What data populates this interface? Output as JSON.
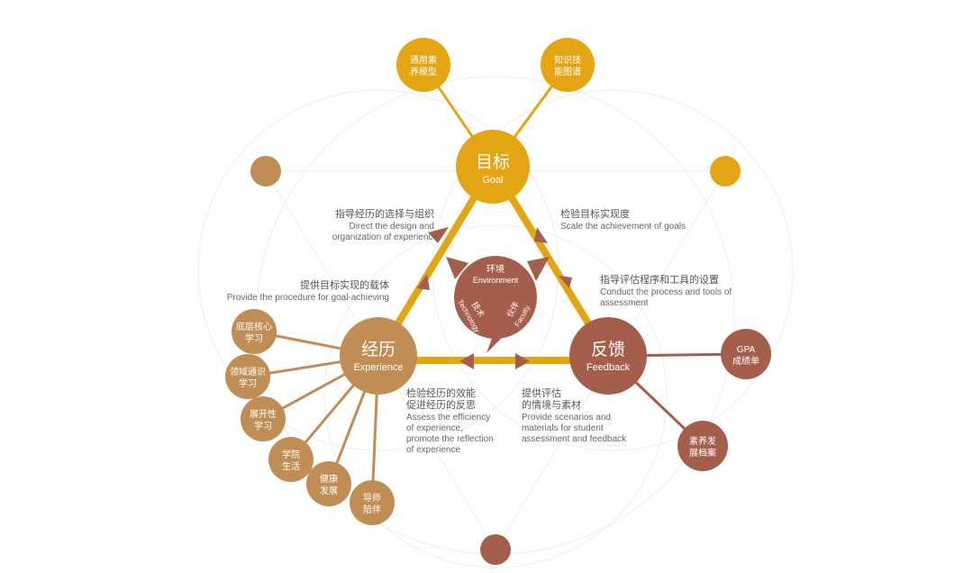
{
  "colors": {
    "goal": "#E4A514",
    "experience": "#C08E55",
    "feedback": "#A55E4C",
    "line": "#E4A514",
    "arrow": "#A55E4C"
  },
  "goal": {
    "zh": "目标",
    "en": "Goal",
    "children": [
      [
        "通用素",
        "养模型"
      ],
      [
        "知识技",
        "能图谱"
      ]
    ]
  },
  "experience": {
    "zh": "经历",
    "en": "Experience",
    "children": [
      [
        "底层核心",
        "学习"
      ],
      [
        "领域通识",
        "学习"
      ],
      [
        "展开性",
        "学习"
      ],
      [
        "学院",
        "生活"
      ],
      [
        "健康",
        "发展"
      ],
      [
        "导师",
        "陪伴"
      ]
    ]
  },
  "feedback": {
    "zh": "反馈",
    "en": "Feedback",
    "children": [
      [
        "GPA",
        "成绩单"
      ],
      [
        "素养发",
        "展档案"
      ]
    ]
  },
  "center": {
    "env_zh": "环境",
    "env_en": "Environment",
    "tech_zh": "技术",
    "tech_en": "Technology",
    "fac_zh": "伙伴",
    "fac_en": "Faculty"
  },
  "captions": {
    "goal_to_exp": {
      "zh": "指导经历的选择与组织",
      "en": [
        "Direct the design and",
        "organization of experience"
      ]
    },
    "exp_to_goal": {
      "zh": "提供目标实现的载体",
      "en": [
        "Provide the procedure for goal-achieving"
      ]
    },
    "goal_to_fb": {
      "zh": "检验目标实现度",
      "en": [
        "Scale the achievement of goals"
      ]
    },
    "fb_to_goal": {
      "zh": "指导评估程序和工具的设置",
      "en": [
        "Conduct the process and tools of",
        "assessment"
      ]
    },
    "fb_to_exp": {
      "zh": [
        "检验经历的效能",
        "促进经历的反思"
      ],
      "en": [
        "Assess the efficiency",
        "of experience,",
        "promote the reflection",
        "of experience"
      ]
    },
    "exp_to_fb": {
      "zh": [
        "提供评估",
        "的情境与素材"
      ],
      "en": [
        "Provide scenarios and",
        "materials for student",
        "assessment and feedback"
      ]
    }
  }
}
